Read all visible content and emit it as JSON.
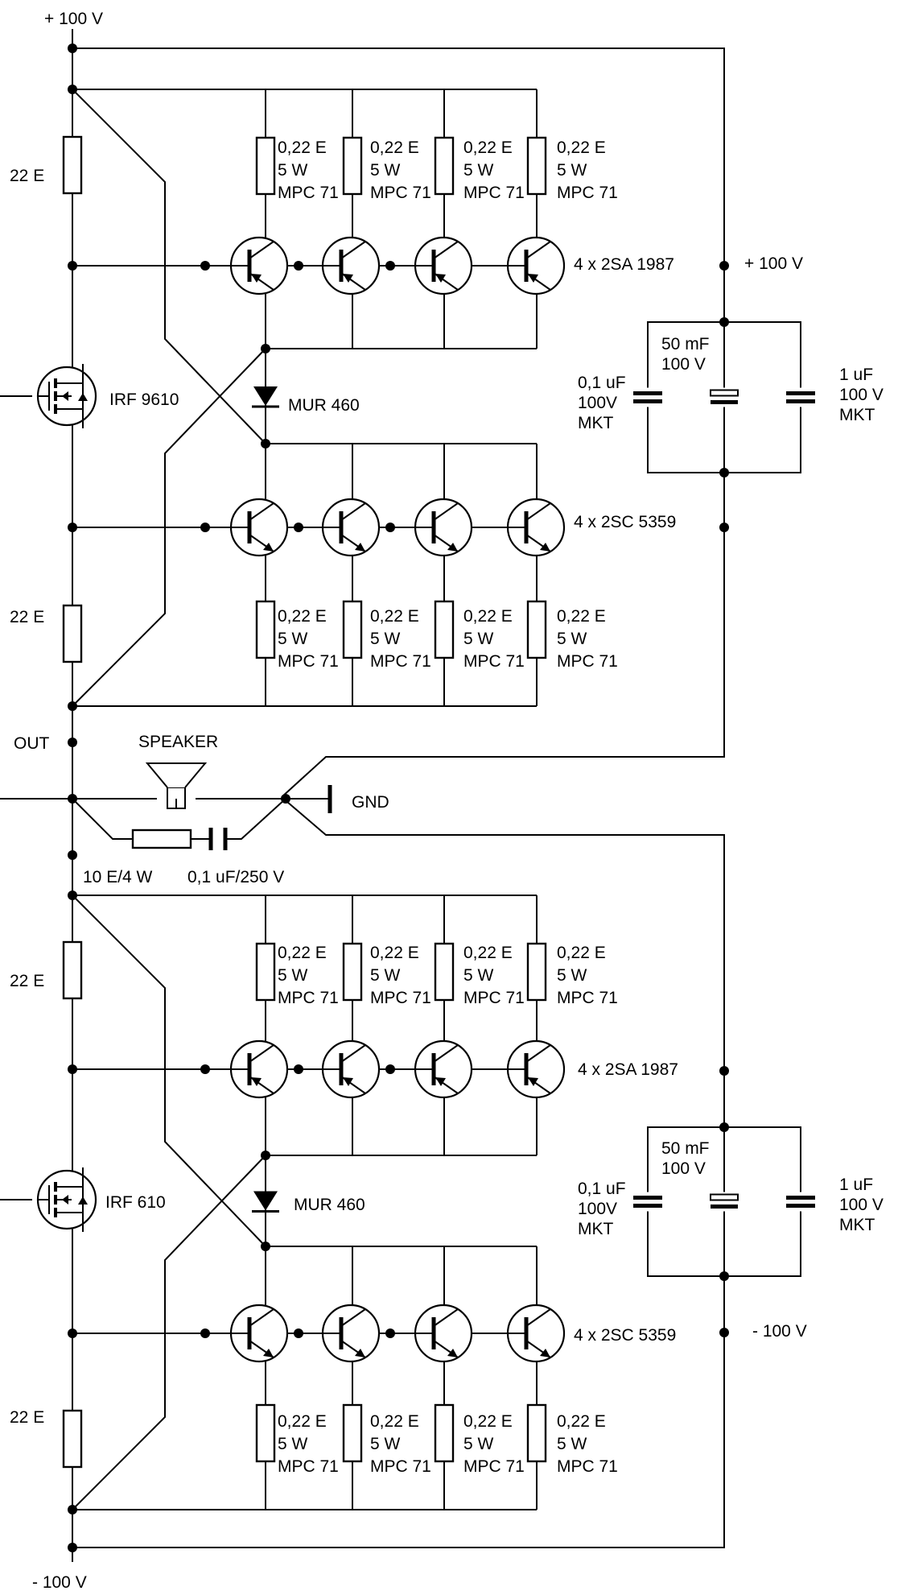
{
  "rails": {
    "top_supply": "+ 100 V",
    "bottom_supply": "- 100 V",
    "cap_bank_top": "+ 100 V",
    "cap_bank_bottom": "- 100 V"
  },
  "output": {
    "out_label": "OUT",
    "speaker_label": "SPEAKER",
    "gnd_label": "GND",
    "zobel_resistor": "10 E/4 W",
    "zobel_capacitor": "0,1 uF/250 V"
  },
  "upper_half": {
    "bias_res_top": "22 E",
    "bias_res_bottom": "22 E",
    "driver_mosfet": "IRF 9610",
    "diode": "MUR 460",
    "pnp_group": "4 x 2SA 1987",
    "npn_group": "4 x 2SC 5359"
  },
  "lower_half": {
    "bias_res_top": "22 E",
    "bias_res_bottom": "22 E",
    "driver_mosfet": "IRF 610",
    "diode": "MUR 460",
    "pnp_group": "4 x 2SA 1987",
    "npn_group": "4 x 2SC 5359"
  },
  "emitter_resistor": {
    "value": "0,22 E",
    "power": "5 W",
    "type": "MPC 71"
  },
  "capacitor_bank": {
    "film_small": {
      "value": "0,1 uF",
      "voltage": "100V",
      "type": "MKT"
    },
    "electrolytic": {
      "value": "50 mF",
      "voltage": "100 V"
    },
    "film_large": {
      "value": "1 uF",
      "voltage": "100 V",
      "type": "MKT"
    }
  }
}
